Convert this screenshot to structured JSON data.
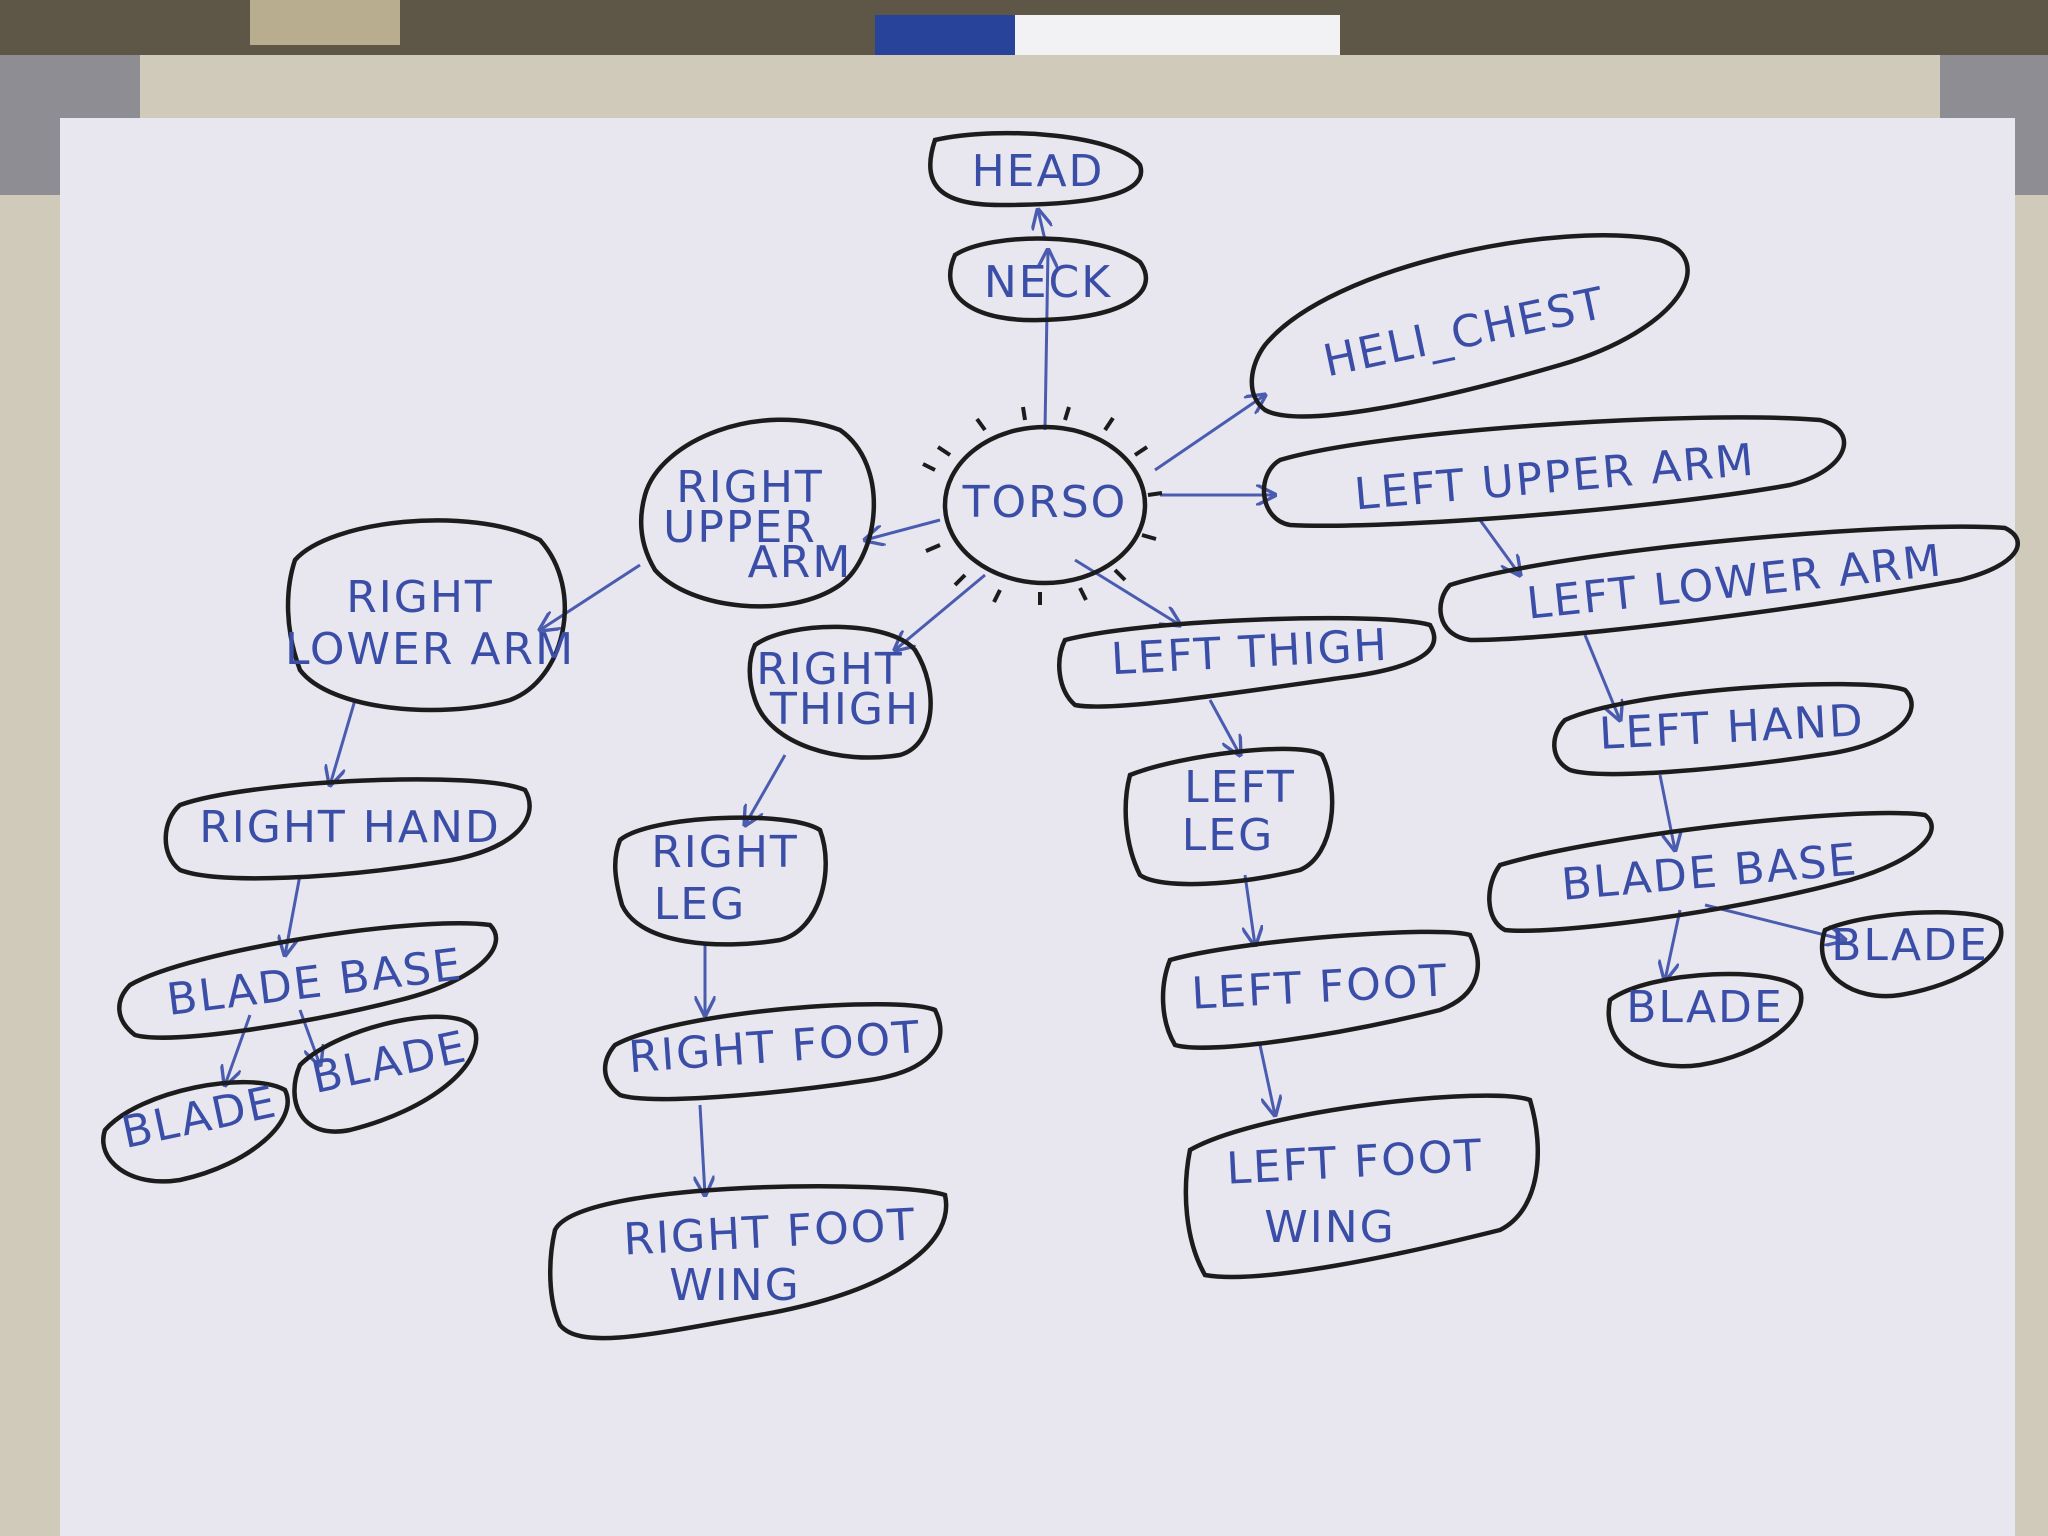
{
  "diagram": {
    "colors": {
      "ink_marker": "#3a4ea8",
      "outline_marker": "#1c1c1c",
      "board": "#e8e6ee"
    },
    "nodes": {
      "head": [
        "HEAD"
      ],
      "neck": [
        "NECK"
      ],
      "torso": [
        "TORSO"
      ],
      "heli_chest": [
        "HELI_CHEST"
      ],
      "left_upper_arm": [
        "LEFT UPPER ARM"
      ],
      "left_lower_arm": [
        "LEFT LOWER ARM"
      ],
      "left_hand": [
        "LEFT HAND"
      ],
      "left_blade_base": [
        "BLADE BASE"
      ],
      "left_blade_1": [
        "BLADE"
      ],
      "left_blade_2": [
        "BLADE"
      ],
      "right_upper_arm": [
        "RIGHT",
        "UPPER",
        "ARM"
      ],
      "right_lower_arm": [
        "RIGHT",
        "LOWER ARM"
      ],
      "right_hand": [
        "RIGHT HAND"
      ],
      "right_blade_base": [
        "BLADE BASE"
      ],
      "right_blade_1": [
        "BLADE"
      ],
      "right_blade_2": [
        "BLADE"
      ],
      "right_thigh": [
        "RIGHT",
        "THIGH"
      ],
      "right_leg": [
        "RIGHT",
        "LEG"
      ],
      "right_foot": [
        "RIGHT FOOT"
      ],
      "right_foot_wing": [
        "RIGHT FOOT",
        "WING"
      ],
      "left_thigh": [
        "LEFT THIGH"
      ],
      "left_leg": [
        "LEFT",
        "LEG"
      ],
      "left_foot": [
        "LEFT FOOT"
      ],
      "left_foot_wing": [
        "LEFT FOOT",
        "WING"
      ]
    },
    "edges": [
      [
        "neck",
        "head"
      ],
      [
        "torso",
        "neck"
      ],
      [
        "torso",
        "heli_chest"
      ],
      [
        "torso",
        "left_upper_arm"
      ],
      [
        "left_upper_arm",
        "left_lower_arm"
      ],
      [
        "left_lower_arm",
        "left_hand"
      ],
      [
        "left_hand",
        "left_blade_base"
      ],
      [
        "left_blade_base",
        "left_blade_1"
      ],
      [
        "left_blade_base",
        "left_blade_2"
      ],
      [
        "torso",
        "right_upper_arm"
      ],
      [
        "right_upper_arm",
        "right_lower_arm"
      ],
      [
        "right_lower_arm",
        "right_hand"
      ],
      [
        "right_hand",
        "right_blade_base"
      ],
      [
        "right_blade_base",
        "right_blade_1"
      ],
      [
        "right_blade_base",
        "right_blade_2"
      ],
      [
        "torso",
        "right_thigh"
      ],
      [
        "right_thigh",
        "right_leg"
      ],
      [
        "right_leg",
        "right_foot"
      ],
      [
        "right_foot",
        "right_foot_wing"
      ],
      [
        "torso",
        "left_thigh"
      ],
      [
        "left_thigh",
        "left_leg"
      ],
      [
        "left_leg",
        "left_foot"
      ],
      [
        "left_foot",
        "left_foot_wing"
      ]
    ]
  }
}
